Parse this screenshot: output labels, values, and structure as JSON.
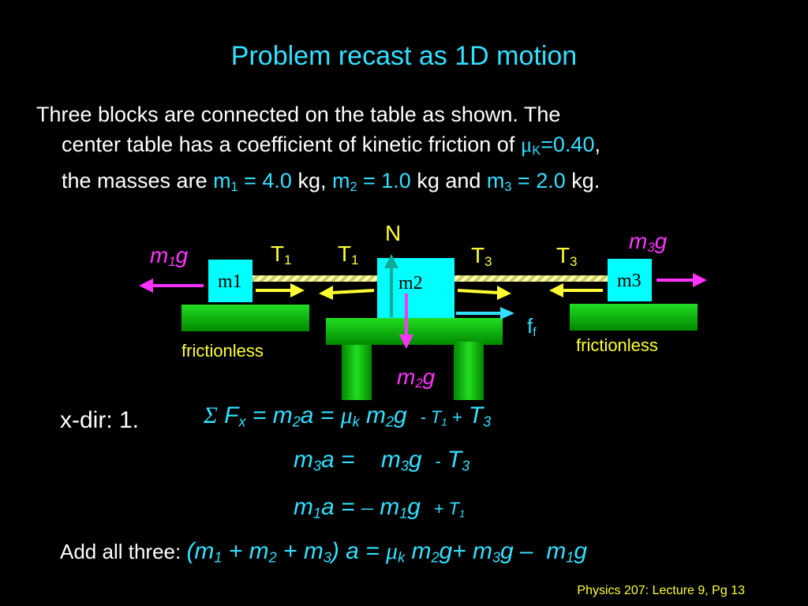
{
  "title": "Problem recast as 1D motion",
  "paragraph": {
    "l1": "Three blocks are connected on the table as shown.  The",
    "l2_pre": "center table has a coefficient of kinetic friction of ",
    "mu_k_val": "0.40",
    "l2_post": ",",
    "l3_pre": "the masses are ",
    "m1_val": "4.0",
    "kg1": " kg, ",
    "m2_val": "1.0",
    "kg2": " kg and ",
    "m3_val": "2.0",
    "kg3": " kg."
  },
  "diagram": {
    "N": "N",
    "block_m1": "m1",
    "block_m2": "m2",
    "block_m3": "m3",
    "frictionless_left": "frictionless",
    "frictionless_right": "frictionless",
    "ff": "f"
  },
  "equations": {
    "xdir_label": "x-dir:  1."
  },
  "add_all": "Add all three: ",
  "footer": "Physics 207: Lecture 9, Pg 13",
  "colors": {
    "cyan": "#33e0ff",
    "magenta": "#ff33ff",
    "yellow": "#ffff33",
    "green": "#11cc11",
    "block": "#00ffff"
  }
}
